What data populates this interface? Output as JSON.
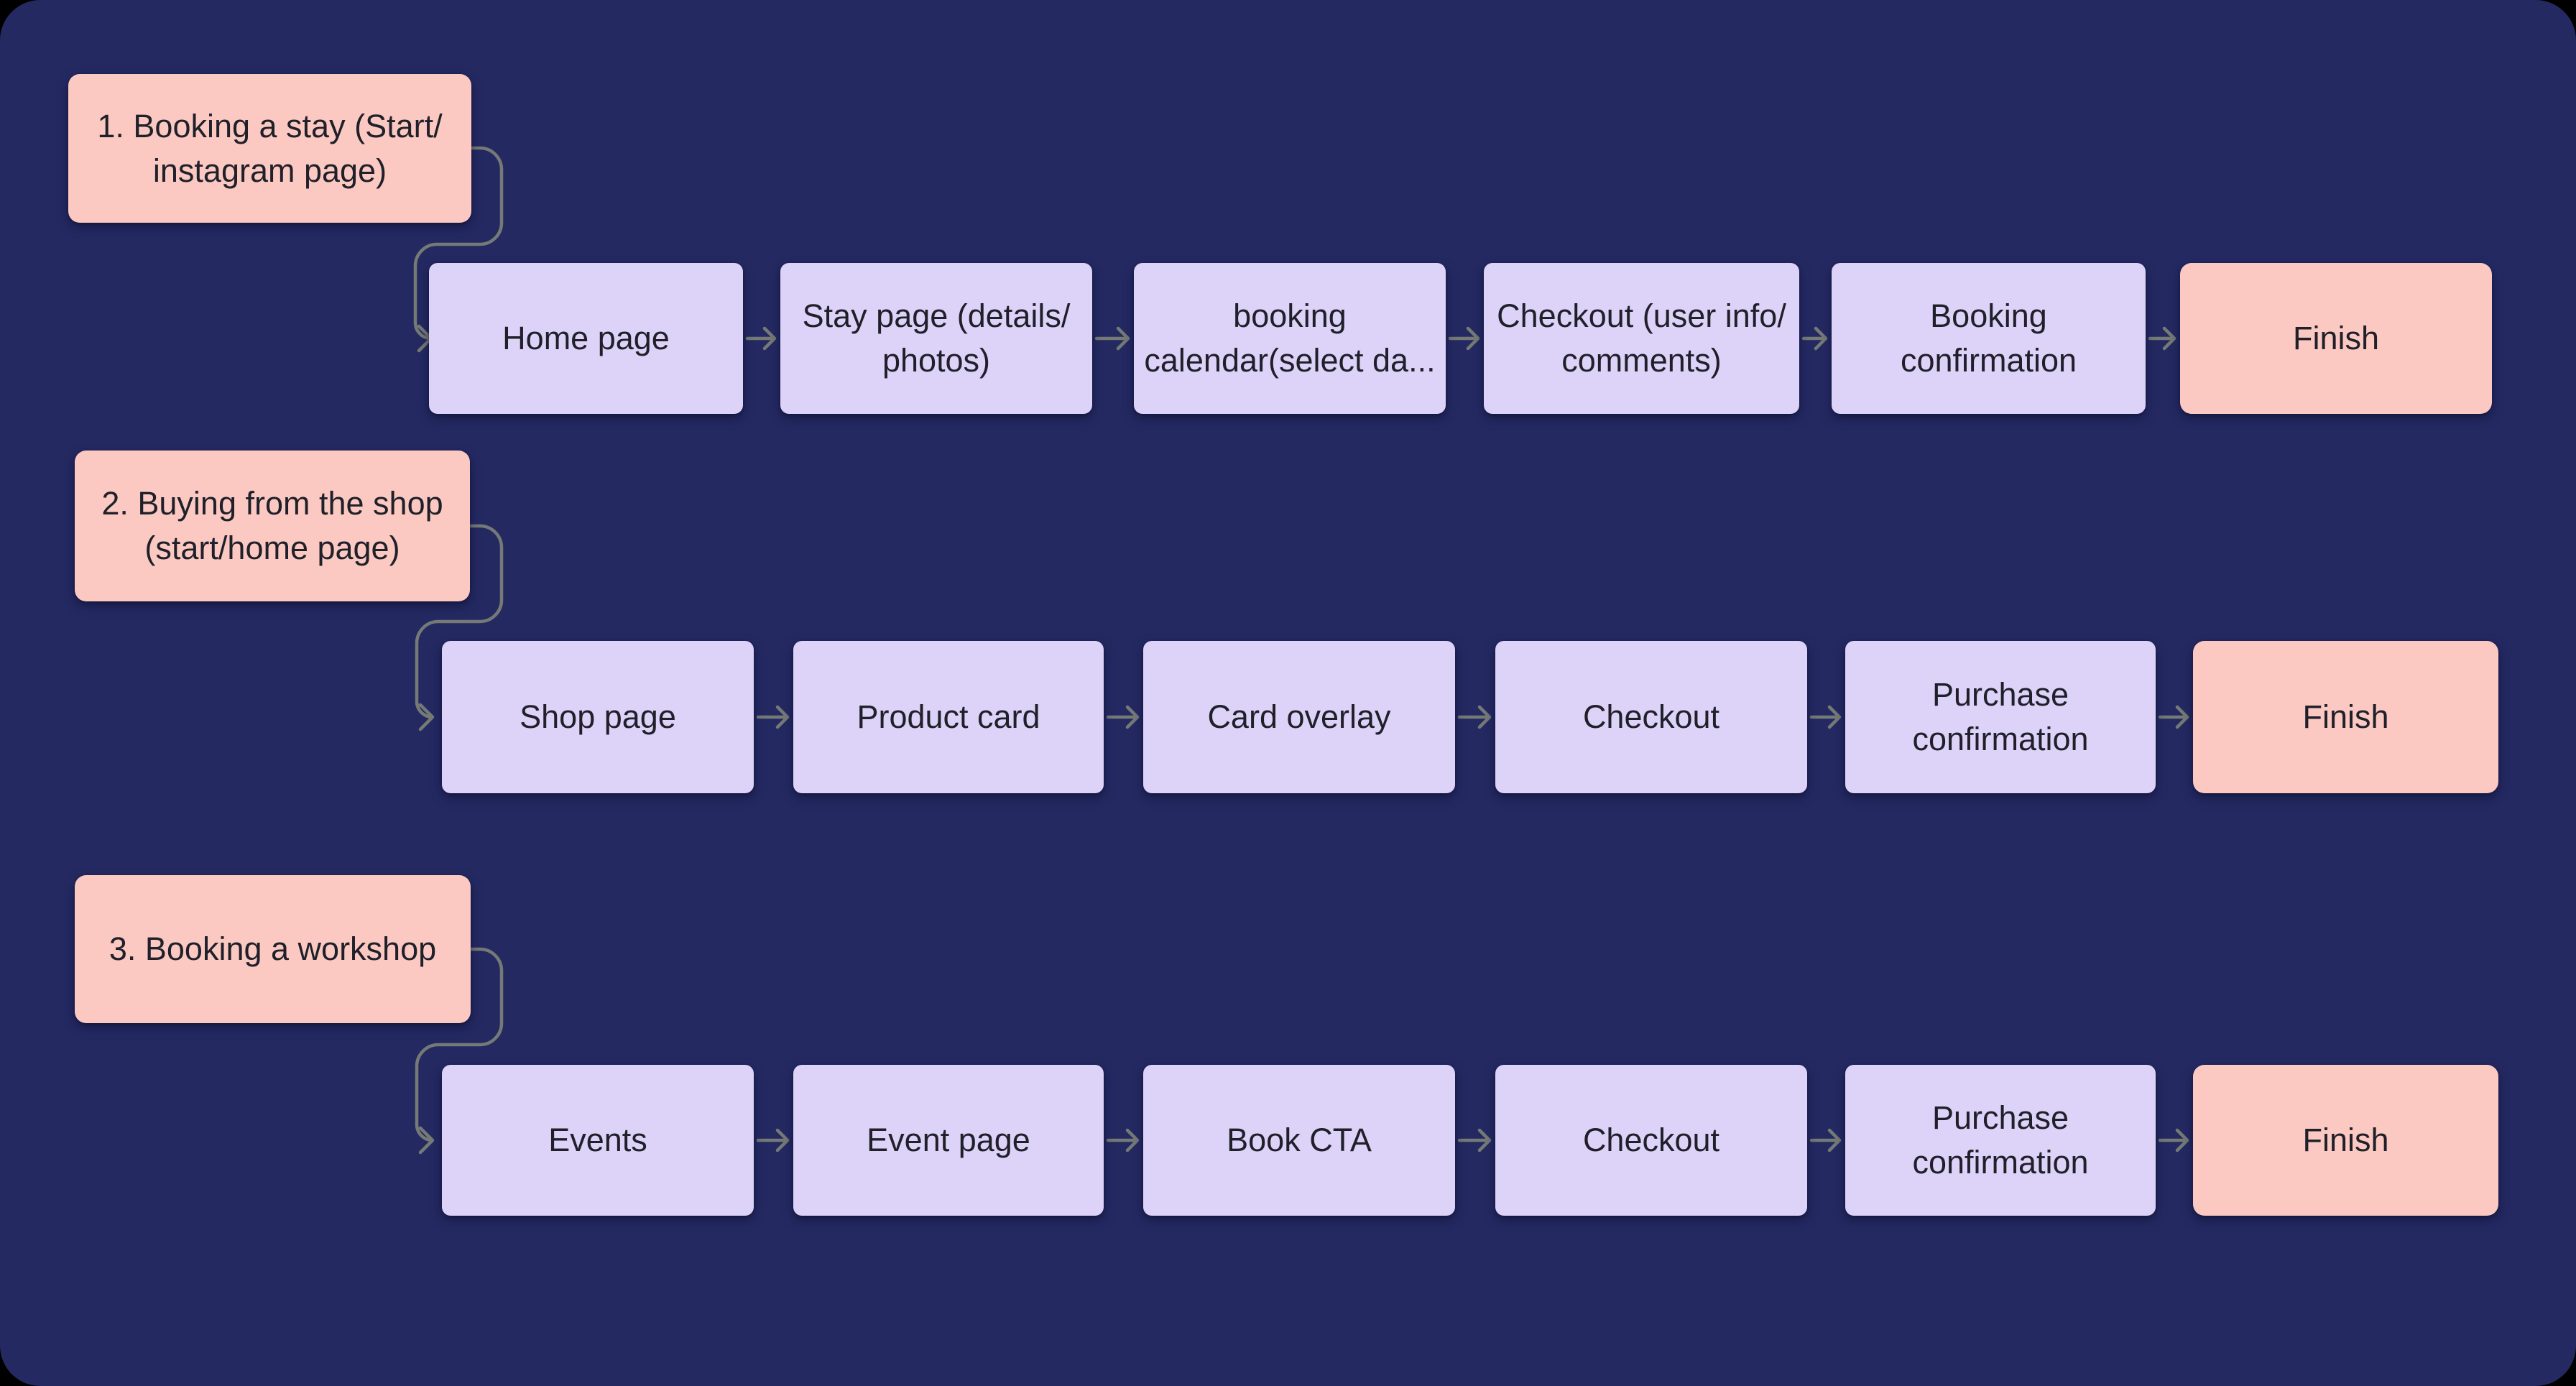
{
  "colors": {
    "canvas_background": "#242962",
    "outer_background": "#000000",
    "start_finish_fill": "#fbc9c1",
    "step_fill": "#ddd2f7",
    "text": "#1f202a",
    "connector": "#757a76"
  },
  "flows": [
    {
      "label": "1. Booking a stay (Start/\ninstagram page)",
      "steps": [
        "Home page",
        "Stay page (details/\nphotos)",
        "booking\ncalendar(select da...",
        "Checkout (user info/\ncomments)",
        "Booking\nconfirmation"
      ],
      "finish": "Finish"
    },
    {
      "label": "2. Buying from the shop\n(start/home page)",
      "steps": [
        "Shop page",
        "Product card",
        "Card overlay",
        "Checkout",
        "Purchase\nconfirmation"
      ],
      "finish": "Finish"
    },
    {
      "label": "3. Booking a workshop",
      "steps": [
        "Events",
        "Event page",
        "Book CTA",
        "Checkout",
        "Purchase\nconfirmation"
      ],
      "finish": "Finish"
    }
  ]
}
